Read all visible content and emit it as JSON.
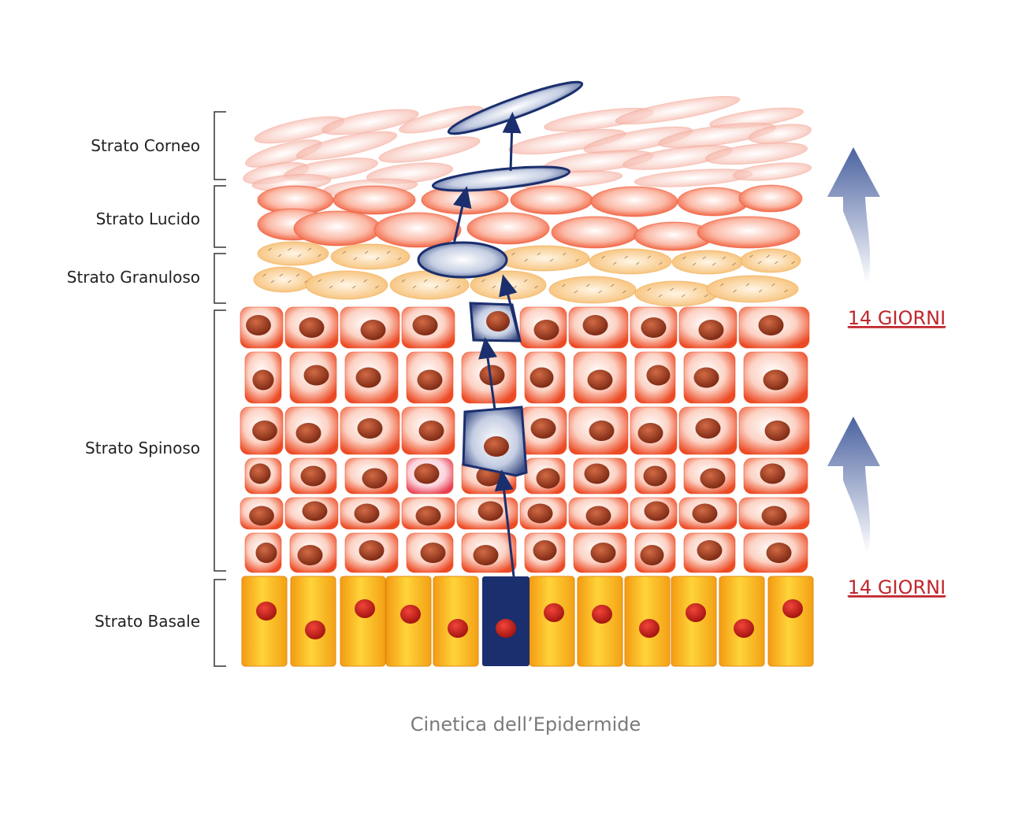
{
  "caption": "Cinetica dell’Epidermide",
  "layers": {
    "corneo": "Strato Corneo",
    "lucido": "Strato Lucido",
    "granuloso": "Strato Granuloso",
    "spinoso": "Strato Spinoso",
    "basale": "Strato Basale"
  },
  "durations": {
    "upper": "14 GIORNI",
    "lower": "14 GIORNI"
  },
  "colors": {
    "corneo": "#f7c3b6",
    "lucido": "#f0603d",
    "granuloso": "#f6c98a",
    "spinoso": "#ec4a24",
    "basale": "#f5a614",
    "nucleus": "#9c3a1f",
    "highlight": "#1b2f6e",
    "days": "#c0272d",
    "flow_arrow": "#4a62a0"
  }
}
